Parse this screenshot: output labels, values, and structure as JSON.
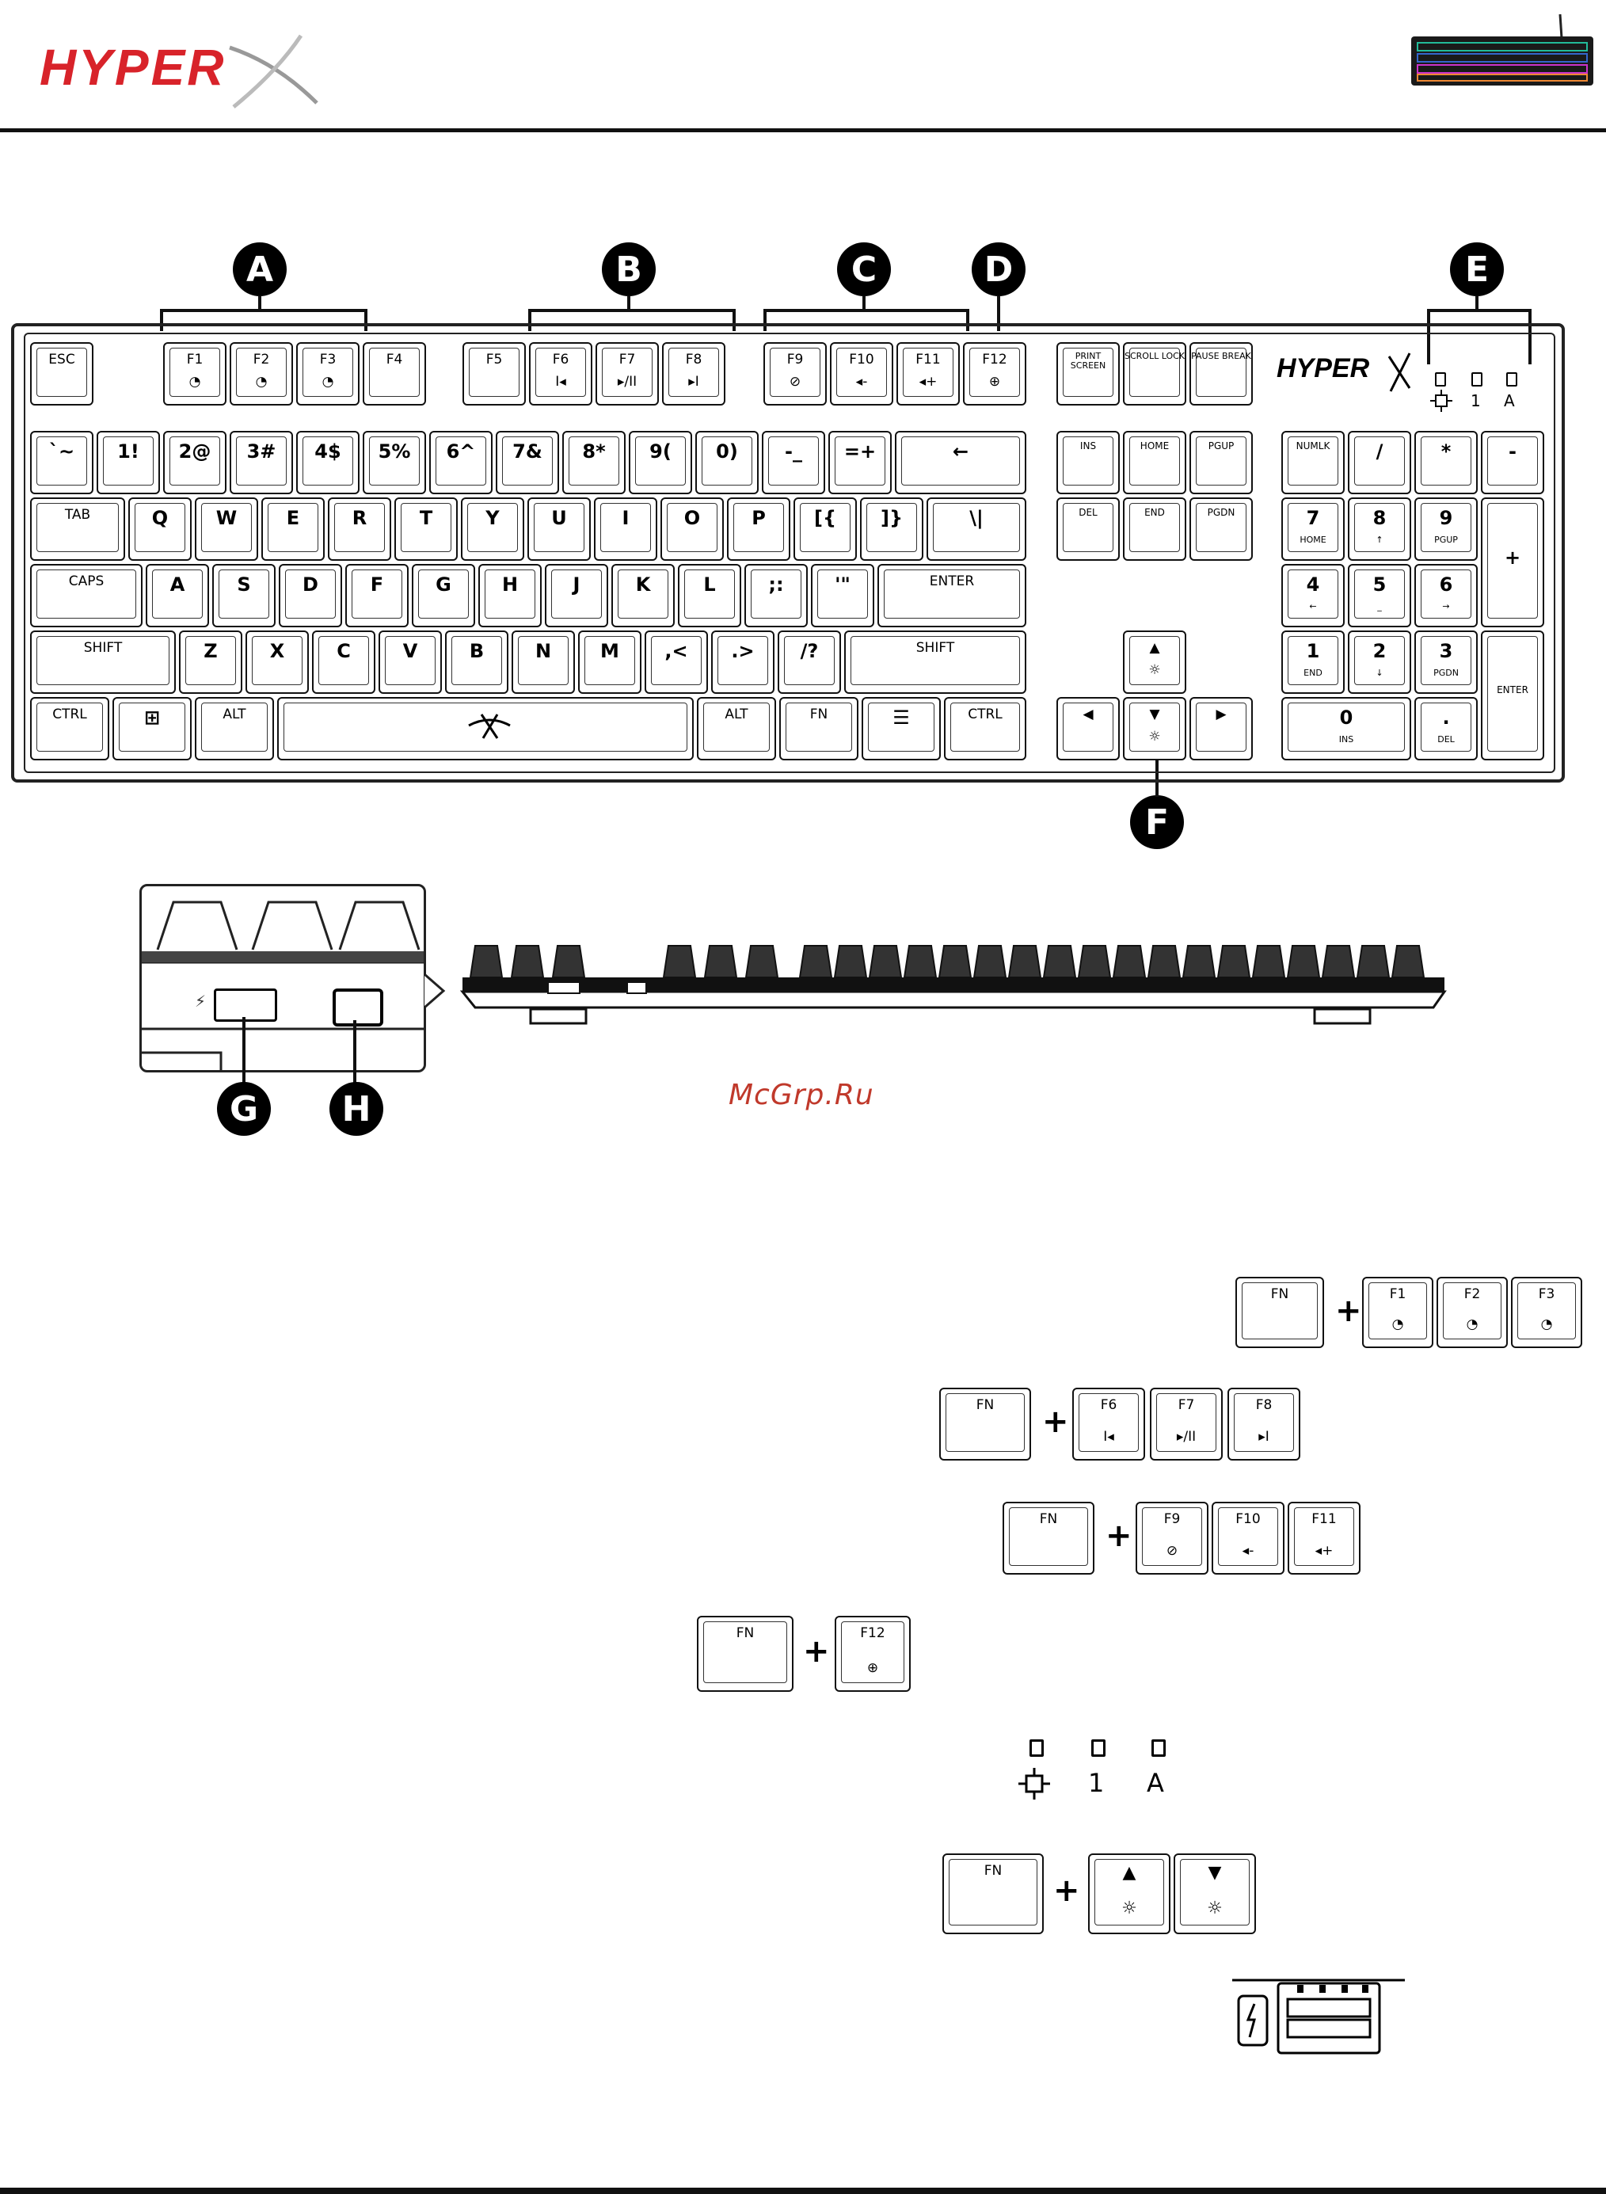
{
  "header": {
    "brand": "HYPER",
    "thumbnail_alt": "keyboard-photo"
  },
  "watermark": "McGrp.Ru",
  "callouts": [
    "A",
    "B",
    "C",
    "D",
    "E",
    "F",
    "G",
    "H"
  ],
  "keyboard": {
    "logo": "HYPER",
    "leds": [
      {
        "icon": "game-mode-icon",
        "label": ""
      },
      {
        "icon": "",
        "label": "1"
      },
      {
        "icon": "",
        "label": "A"
      }
    ],
    "fn_row": [
      {
        "k": "ESC",
        "s": ""
      },
      {
        "k": "F1",
        "s": "◔"
      },
      {
        "k": "F2",
        "s": "◔"
      },
      {
        "k": "F3",
        "s": "◔"
      },
      {
        "k": "F4",
        "s": ""
      },
      {
        "k": "F5",
        "s": ""
      },
      {
        "k": "F6",
        "s": "I◂"
      },
      {
        "k": "F7",
        "s": "▸/II"
      },
      {
        "k": "F8",
        "s": "▸I"
      },
      {
        "k": "F9",
        "s": "⊘"
      },
      {
        "k": "F10",
        "s": "◂-"
      },
      {
        "k": "F11",
        "s": "◂+"
      },
      {
        "k": "F12",
        "s": "⊕"
      }
    ],
    "sys_keys": [
      "PRINT SCREEN",
      "SCROLL LOCK",
      "PAUSE BREAK"
    ],
    "num_row": [
      "`~",
      "1!",
      "2@",
      "3#",
      "4$",
      "5%",
      "6^",
      "7&",
      "8*",
      "9(",
      "0)",
      "-_",
      "=+",
      "←"
    ],
    "q_row": [
      "TAB",
      "Q",
      "W",
      "E",
      "R",
      "T",
      "Y",
      "U",
      "I",
      "O",
      "P",
      "[{",
      "]}",
      "\\|"
    ],
    "a_row": [
      "CAPS",
      "A",
      "S",
      "D",
      "F",
      "G",
      "H",
      "J",
      "K",
      "L",
      ";:",
      "'\"",
      "ENTER"
    ],
    "z_row": [
      "SHIFT",
      "Z",
      "X",
      "C",
      "V",
      "B",
      "N",
      "M",
      ",<",
      ".>",
      "/?",
      "SHIFT"
    ],
    "bottom_row": [
      "CTRL",
      "⊞",
      "ALT",
      "",
      "ALT",
      "FN",
      "☰",
      "CTRL"
    ],
    "nav_top": [
      "INS",
      "HOME",
      "PGUP"
    ],
    "nav_bot": [
      "DEL",
      "END",
      "PGDN"
    ],
    "arrows": {
      "up": "▲",
      "down": "▼",
      "left": "◀",
      "right": "▶",
      "up_sub": "☼",
      "down_sub": "☼"
    },
    "numpad": {
      "r1": [
        "NUMLK",
        "/",
        "*",
        "-"
      ],
      "r2": [
        {
          "k": "7",
          "s": "HOME"
        },
        {
          "k": "8",
          "s": "↑"
        },
        {
          "k": "9",
          "s": "PGUP"
        }
      ],
      "plus": "+",
      "r3": [
        {
          "k": "4",
          "s": "←"
        },
        {
          "k": "5",
          "s": "_"
        },
        {
          "k": "6",
          "s": "→"
        }
      ],
      "r4": [
        {
          "k": "1",
          "s": "END"
        },
        {
          "k": "2",
          "s": "↓"
        },
        {
          "k": "3",
          "s": "PGDN"
        }
      ],
      "enter": "ENTER",
      "r5": [
        {
          "k": "0",
          "s": "INS"
        },
        {
          "k": ".",
          "s": "DEL"
        }
      ]
    }
  },
  "combos": [
    {
      "fn": "FN",
      "plus": "+",
      "keys": [
        {
          "k": "F1",
          "s": "◔"
        },
        {
          "k": "F2",
          "s": "◔"
        },
        {
          "k": "F3",
          "s": "◔"
        }
      ]
    },
    {
      "fn": "FN",
      "plus": "+",
      "keys": [
        {
          "k": "F6",
          "s": "I◂"
        },
        {
          "k": "F7",
          "s": "▸/II"
        },
        {
          "k": "F8",
          "s": "▸I"
        }
      ]
    },
    {
      "fn": "FN",
      "plus": "+",
      "keys": [
        {
          "k": "F9",
          "s": "⊘"
        },
        {
          "k": "F10",
          "s": "◂-"
        },
        {
          "k": "F11",
          "s": "◂+"
        }
      ]
    },
    {
      "fn": "FN",
      "plus": "+",
      "keys": [
        {
          "k": "F12",
          "s": "⊕"
        }
      ]
    },
    {
      "fn": "FN",
      "plus": "+",
      "keys": [
        {
          "k": "▲",
          "s": "☼"
        },
        {
          "k": "▼",
          "s": "☼"
        }
      ]
    }
  ],
  "led_legend": [
    "",
    "1",
    "A"
  ]
}
